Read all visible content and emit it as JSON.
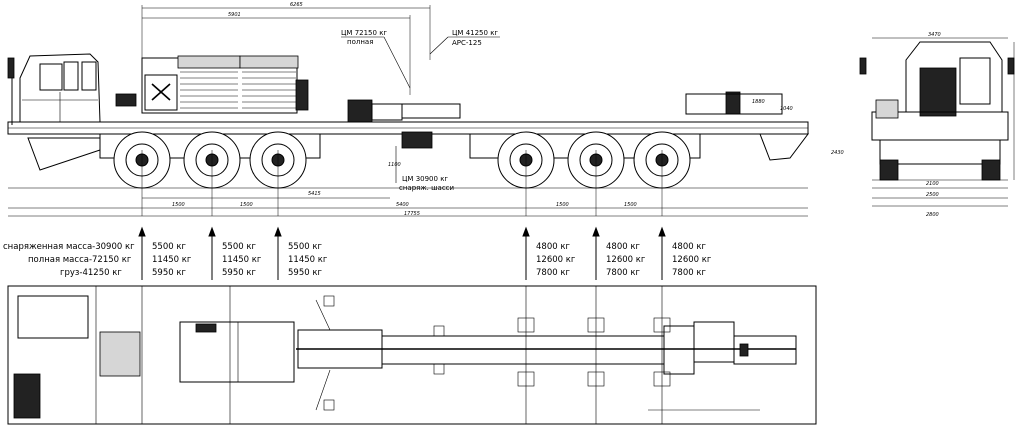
{
  "dims": {
    "d6265": "6265",
    "d5901": "5901",
    "d5415": "5415",
    "d17755": "17755",
    "d2430": "2430",
    "d1100": "1100",
    "d1500a": "1500",
    "d1500b": "1500",
    "d1500c": "1500",
    "d1500d": "1500",
    "d5400": "5400",
    "d1040": "1040",
    "d1880": "1880",
    "d3470": "3470",
    "d2800": "2800",
    "d2500": "2500",
    "d2100": "2100"
  },
  "callouts": {
    "cm_full": "ЦМ 72150 кг",
    "cm_full_sub": "полная",
    "cm_cargo": "ЦМ 41250 кг",
    "cm_cargo_sub": "АРС-125",
    "cm_chassis": "ЦМ 30900 кг",
    "cm_chassis_sub": "снаряж. шасси"
  },
  "loads": {
    "labels": [
      "снаряженная масса-30900 кг",
      "полная масса-72150 кг",
      "груз-41250 кг"
    ],
    "front": [
      {
        "equipped": "5500 кг",
        "full": "11450 кг",
        "cargo": "5950 кг"
      },
      {
        "equipped": "5500 кг",
        "full": "11450 кг",
        "cargo": "5950 кг"
      },
      {
        "equipped": "5500 кг",
        "full": "11450 кг",
        "cargo": "5950 кг"
      }
    ],
    "rear": [
      {
        "equipped": "4800 кг",
        "full": "12600 кг",
        "cargo": "7800 кг"
      },
      {
        "equipped": "4800 кг",
        "full": "12600 кг",
        "cargo": "7800 кг"
      },
      {
        "equipped": "4800 кг",
        "full": "12600 кг",
        "cargo": "7800 кг"
      }
    ]
  }
}
